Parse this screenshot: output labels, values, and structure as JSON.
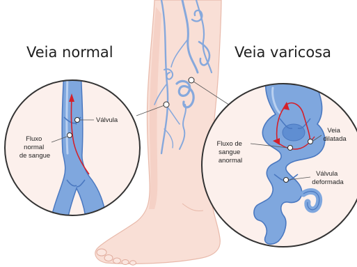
{
  "titles": {
    "normal": "Veia normal",
    "varicose": "Veia varicosa"
  },
  "labels": {
    "valve": "Válvula",
    "normal_flow": [
      "Fluxo",
      "normal",
      "de sangue"
    ],
    "abnormal_flow": [
      "Fluxo de",
      "sangue",
      "anormal"
    ],
    "dilated_vein": [
      "Veia",
      "dilatada"
    ],
    "deformed_valve": [
      "Válvula",
      "deformada"
    ]
  },
  "colors": {
    "skin": "#f9dfd6",
    "skin_outline": "#e8b9aa",
    "vein_fill": "#7fa7de",
    "vein_dark": "#4a78c0",
    "vein_light": "#b9d0f0",
    "flow_arrow": "#d4202a",
    "circle_border": "#333333"
  }
}
